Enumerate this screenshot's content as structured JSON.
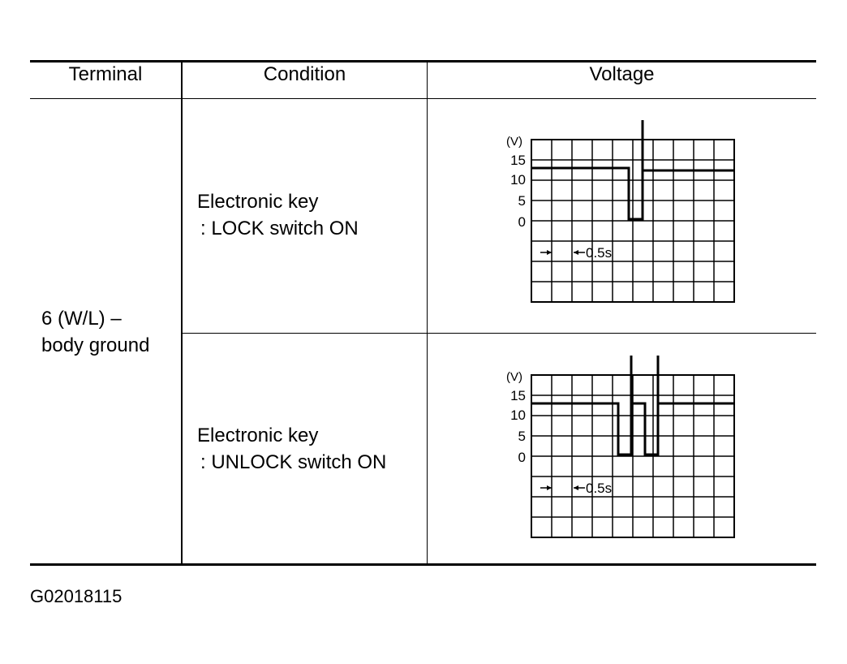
{
  "table": {
    "headers": {
      "terminal": "Terminal",
      "condition": "Condition",
      "voltage": "Voltage"
    },
    "terminal": {
      "line1": "6 (W/L) –",
      "line2": "body ground"
    },
    "rows": [
      {
        "condition_line1": "Electronic key",
        "condition_line2": ": LOCK switch ON",
        "waveform": {
          "unit_label": "(V)",
          "y_ticks": [
            "15",
            "10",
            "5",
            "0"
          ],
          "time_label": "0.5s",
          "pulse_count": 1
        }
      },
      {
        "condition_line1": "Electronic key",
        "condition_line2": ": UNLOCK switch ON",
        "waveform": {
          "unit_label": "(V)",
          "y_ticks": [
            "15",
            "10",
            "5",
            "0"
          ],
          "time_label": "0.5s",
          "pulse_count": 2
        }
      }
    ]
  },
  "figure_code": "G02018115"
}
